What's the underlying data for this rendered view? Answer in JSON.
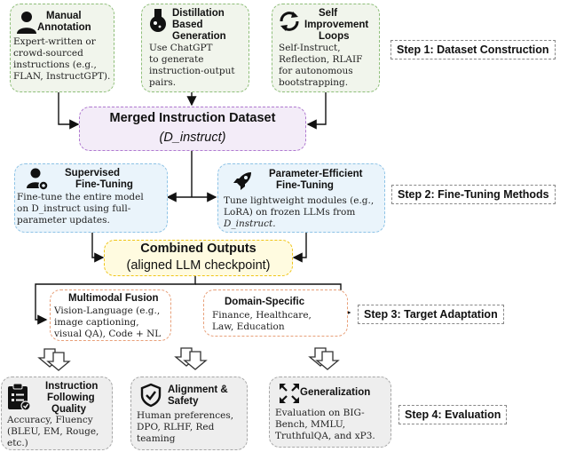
{
  "step1": {
    "label": "Step 1: Dataset Construction",
    "manual": {
      "title_1": "Manual",
      "title_2": "Annotation",
      "body": [
        "Expert-written or",
        "crowd-sourced",
        "instructions (e.g.,",
        "FLAN, InstructGPT)."
      ]
    },
    "distill": {
      "title_1": "Distillation",
      "title_2": "Based",
      "title_3": "Generation",
      "body": [
        "Use ChatGPT",
        "to generate",
        "instruction-output",
        "pairs."
      ]
    },
    "self": {
      "title_1": "Self",
      "title_2": "Improvement",
      "title_3": "Loops",
      "body": [
        "Self-Instruct,",
        "Reflection, RLAIF",
        "for autonomous",
        "bootstrapping."
      ]
    }
  },
  "merged": {
    "title": "Merged Instruction Dataset",
    "subtitle": "(D_instruct)"
  },
  "step2": {
    "label": "Step 2: Fine-Tuning Methods",
    "sft": {
      "title_1": "Supervised",
      "title_2": "Fine-Tuning",
      "body": [
        "Fine-tune the entire model",
        "on D_instruct using full-",
        "parameter updates."
      ]
    },
    "peft": {
      "title_1": "Parameter-Efficient",
      "title_2": "Fine-Tuning",
      "body": [
        "Tune lightweight modules (e.g.,",
        "LoRA) on frozen LLMs from",
        "D_instruct."
      ]
    }
  },
  "combined": {
    "title": "Combined Outputs",
    "subtitle": "(aligned LLM checkpoint)"
  },
  "step3": {
    "label": "Step 3: Target Adaptation",
    "multimodal": {
      "title": "Multimodal Fusion",
      "body": [
        "Vision-Language (e.g.,",
        "image captioning,",
        "visual QA), Code + NL"
      ]
    },
    "domain": {
      "title": "Domain-Specific",
      "body": [
        "Finance, Healthcare,",
        "Law, Education"
      ]
    }
  },
  "step4": {
    "label": "Step 4: Evaluation",
    "instruction": {
      "title_1": "Instruction",
      "title_2": "Following",
      "title_3": "Quality",
      "body": [
        "Accuracy, Fluency",
        "(BLEU, EM, Rouge,",
        "etc.)"
      ]
    },
    "alignment": {
      "title_1": "Alignment &",
      "title_2": "Safety",
      "body": [
        "Human preferences,",
        "DPO, RLHF, Red",
        "teaming"
      ]
    },
    "generalization": {
      "title": "Generalization",
      "body": [
        "Evaluation on BIG-",
        "Bench, MMLU,",
        "TruthfulQA, and xP3."
      ]
    }
  },
  "colors": {
    "green_border": "#8fbf7a",
    "purple_border": "#b07ad0",
    "blue_border": "#8ec3e6",
    "yellow_border": "#f0c419",
    "orange_border": "#e8a07a",
    "gray_border": "#a8a8a8"
  },
  "icons": [
    "person-icon",
    "flask-icon",
    "cycle-arrows-icon",
    "person-gear-icon",
    "rocket-icon",
    "checklist-icon",
    "shield-check-icon",
    "expand-arrows-icon"
  ]
}
